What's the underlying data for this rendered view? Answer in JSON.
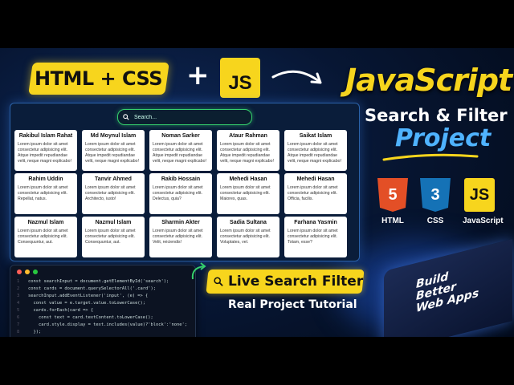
{
  "headline": {
    "html_css": "HTML + CSS",
    "plus": "+",
    "js_badge": "JS",
    "title_main": "JavaScript",
    "title_sub": "Search & Filter",
    "title_project": "Project"
  },
  "tech": [
    {
      "label": "HTML",
      "glyph": "5",
      "color": "#e34f26"
    },
    {
      "label": "CSS",
      "glyph": "3",
      "color": "#1572b6"
    },
    {
      "label": "JavaScript",
      "glyph": "JS",
      "color": "#f7d51d"
    }
  ],
  "search": {
    "placeholder": "Search..."
  },
  "cards": [
    {
      "name": "Rakibul Islam Rahat",
      "text": "Lorem ipsum dolor sit amet consectetur adipisicing elit. Atque impedit repudiandae velit, neque magni explicabo!"
    },
    {
      "name": "Md Moynul Islam",
      "text": "Lorem ipsum dolor sit amet consectetur adipisicing elit. Atque impedit repudiandae velit, neque magni explicabo!"
    },
    {
      "name": "Noman Sarker",
      "text": "Lorem ipsum dolor sit amet consectetur adipisicing elit. Atque impedit repudiandae velit, neque magni explicabo!"
    },
    {
      "name": "Ataur Rahman",
      "text": "Lorem ipsum dolor sit amet consectetur adipisicing elit. Atque impedit repudiandae velit, neque magni explicabo!"
    },
    {
      "name": "Saikat Islam",
      "text": "Lorem ipsum dolor sit amet consectetur adipisicing elit. Atque impedit repudiandae velit, neque magni explicabo!"
    },
    {
      "name": "Rahim Uddin",
      "text": "Lorem ipsum dolor sit amet consectetur adipisicing elit. Repellat, natus."
    },
    {
      "name": "Tanvir Ahmed",
      "text": "Lorem ipsum dolor sit amet consectetur adipisicing elit. Architecto, iusto!"
    },
    {
      "name": "Rakib Hossain",
      "text": "Lorem ipsum dolor sit amet consectetur adipisicing elit. Delectus, quia?"
    },
    {
      "name": "Mehedi Hasan",
      "text": "Lorem ipsum dolor sit amet consectetur adipisicing elit. Maiores, quas."
    },
    {
      "name": "Mehedi Hasan",
      "text": "Lorem ipsum dolor sit amet consectetur adipisicing elit. Officia, facilis."
    },
    {
      "name": "Nazmul Islam",
      "text": "Lorem ipsum dolor sit amet consectetur adipisicing elit. Consequuntur, aut."
    },
    {
      "name": "Nazmul Islam",
      "text": "Lorem ipsum dolor sit amet consectetur adipisicing elit. Consequuntur, aut."
    },
    {
      "name": "Sharmin Akter",
      "text": "Lorem ipsum dolor sit amet consectetur adipisicing elit. Velit, reiciendis!"
    },
    {
      "name": "Sadia Sultana",
      "text": "Lorem ipsum dolor sit amet consectetur adipisicing elit. Voluptates, vel."
    },
    {
      "name": "Farhana Yasmin",
      "text": "Lorem ipsum dolor sit amet consectetur adipisicing elit. Totam, esse?"
    }
  ],
  "code_lines": [
    "const searchInput = document.getElementById('search');",
    "const cards = document.querySelectorAll('.card');",
    "searchInput.addEventListener('input', (e) => {",
    "  const value = e.target.value.toLowerCase();",
    "  cards.forEach(card => {",
    "    const text = card.textContent.toLowerCase();",
    "    card.style.display = text.includes(value)?'block':'none';",
    "  });",
    "});"
  ],
  "live_search": "Live Search Filter",
  "real_project": "Real Project Tutorial",
  "laptop_text": [
    "Build",
    "Better",
    "Web Apps"
  ],
  "colors": {
    "accent_yellow": "#f7d51d",
    "accent_blue": "#4fb3ff",
    "search_green": "#35d06d"
  }
}
